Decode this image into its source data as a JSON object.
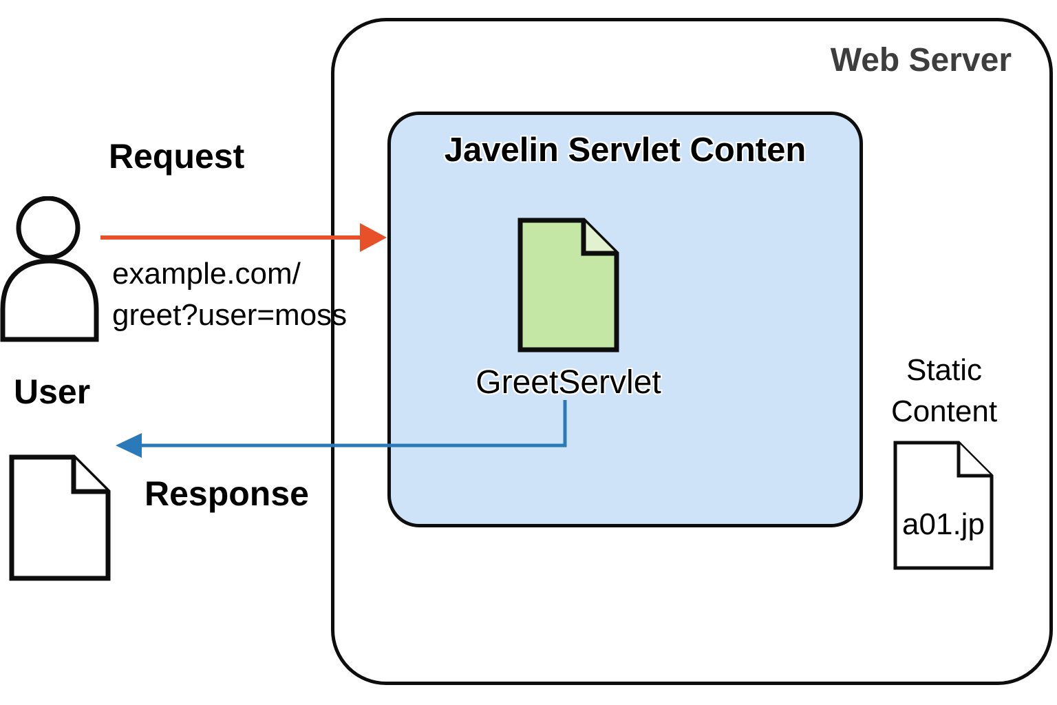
{
  "web_server": {
    "label": "Web Server"
  },
  "servlet_container": {
    "title": "Javelin Servlet Conten",
    "servlet": {
      "label": "GreetServlet",
      "icon": "document-icon"
    }
  },
  "static_content": {
    "label": "Static Content",
    "file": {
      "label": "a01.jp",
      "icon": "document-icon"
    }
  },
  "user": {
    "label": "User",
    "icon": "person-icon"
  },
  "request": {
    "label": "Request",
    "url_line1": "example.com/",
    "url_line2": "greet?user=moss",
    "arrow_color": "#e8502a"
  },
  "response": {
    "label": "Response",
    "arrow_color": "#2a7ab9",
    "result_icon": "document-icon"
  },
  "colors": {
    "container_fill": "#cfe3f8",
    "servlet_doc_fill": "#c4e7a6",
    "servlet_doc_fold_fill": "#e2f2d0",
    "border": "#0d0d0d",
    "web_server_label_color": "#3d3d3d"
  }
}
